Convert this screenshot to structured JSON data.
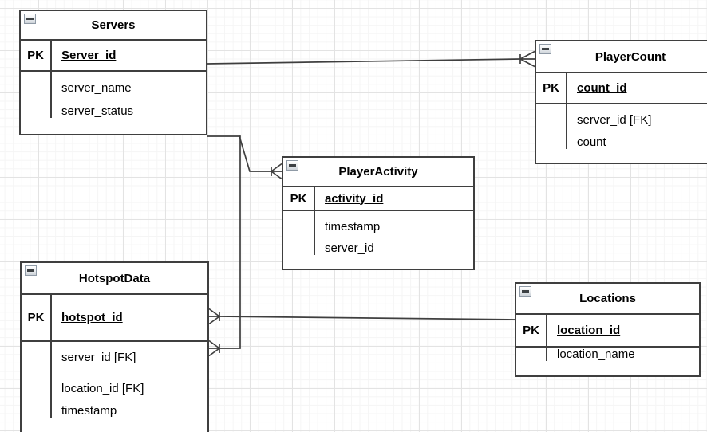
{
  "diagram": {
    "type": "entity-relationship",
    "entities": [
      {
        "title": "Servers",
        "pk_label": "PK",
        "pk_field": "Server_id",
        "fields": [
          "server_name",
          "server_status"
        ]
      },
      {
        "title": "PlayerCount",
        "pk_label": "PK",
        "pk_field": "count_id",
        "fields": [
          "server_id [FK]",
          "count"
        ]
      },
      {
        "title": "PlayerActivity",
        "pk_label": "PK",
        "pk_field": "activity_id",
        "fields": [
          "timestamp",
          "server_id"
        ]
      },
      {
        "title": "HotspotData",
        "pk_label": "PK",
        "pk_field": "hotspot_id",
        "fields": [
          "server_id [FK]",
          "location_id [FK]",
          "timestamp"
        ]
      },
      {
        "title": "Locations",
        "pk_label": "PK",
        "pk_field": "location_id",
        "fields": [
          "location_name"
        ]
      }
    ],
    "relationships": [
      {
        "from": "Servers",
        "to": "PlayerCount",
        "cardinality": "one-to-many",
        "many_end": "PlayerCount"
      },
      {
        "from": "Servers",
        "to": "PlayerActivity",
        "cardinality": "one-to-many",
        "many_end": "PlayerActivity"
      },
      {
        "from": "Servers",
        "to": "HotspotData",
        "cardinality": "one-to-many",
        "many_end": "HotspotData"
      },
      {
        "from": "Locations",
        "to": "HotspotData",
        "cardinality": "one-to-many",
        "many_end": "HotspotData"
      }
    ],
    "colors": {
      "border": "#3f3f3f",
      "text": "#000000",
      "grid_minor": "#f5f5f5",
      "grid_major": "#e3e3e3",
      "background": "#ffffff"
    },
    "icons": {
      "collapse": "minus-in-square"
    }
  }
}
